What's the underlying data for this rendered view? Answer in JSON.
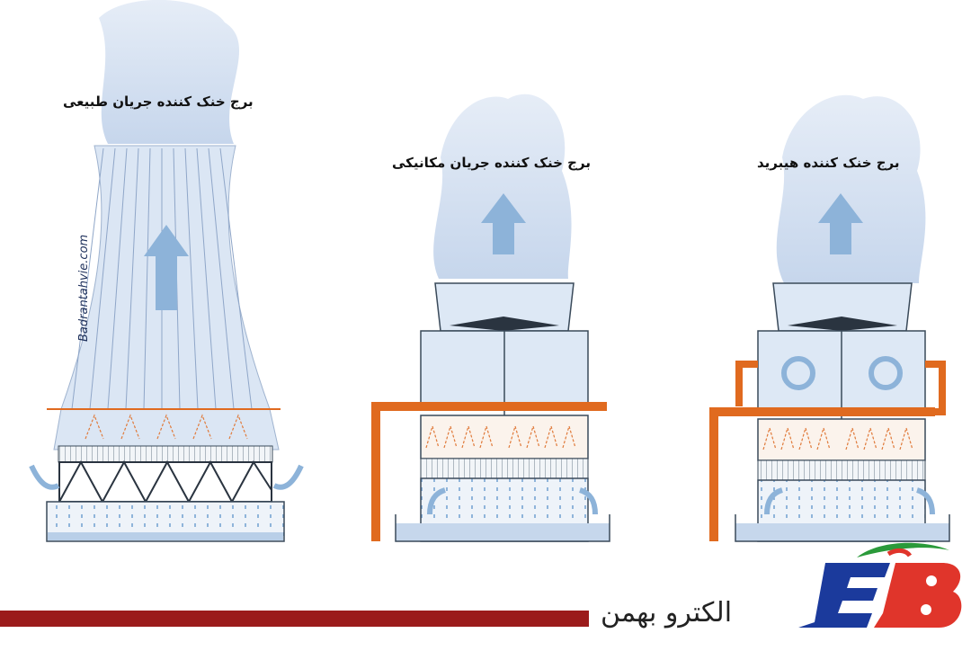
{
  "towers": {
    "natural": {
      "title": "برج خنک کننده جریان طبیعی"
    },
    "mechanical": {
      "title": "برج خنک کننده جریان مکانیکی"
    },
    "hybrid": {
      "title": "برج خنک کننده هیبرید"
    }
  },
  "watermark": "Badrantahvie.com",
  "brand": {
    "name": "الکترو بهمن",
    "logo_text": "EB"
  },
  "colors": {
    "steam": "#cfdcef",
    "arrow": "#8db3d9",
    "tower_fill": "#dde8f5",
    "outline": "#3a4a5a",
    "orange": "#e06a1f",
    "accent_red": "#9b1b1b",
    "logo_blue": "#1b3a9c",
    "logo_red": "#e0352b",
    "logo_green": "#2a9a3a"
  }
}
